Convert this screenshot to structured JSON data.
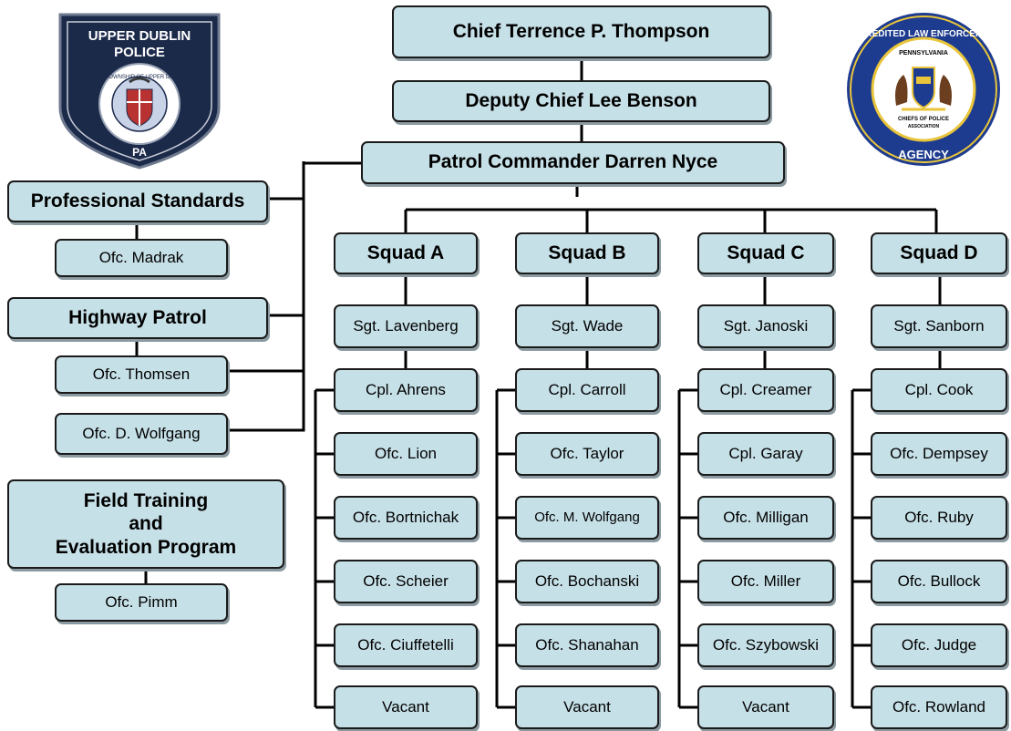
{
  "logos": {
    "left": {
      "line1": "UPPER DUBLIN",
      "line2": "POLICE",
      "ring": "THE TOWNSHIP OF UPPER DUBLIN",
      "bottom": "PA",
      "icon": "police-patch-icon"
    },
    "right": {
      "ring_top": "ACCREDITED LAW ENFORCEMENT",
      "ring_bottom": "AGENCY",
      "top": "PENNSYLVANIA",
      "bottom1": "CHIEFS OF POLICE",
      "bottom2": "ASSOCIATION",
      "icon": "accreditation-seal-icon"
    }
  },
  "command": {
    "chief": "Chief Terrence P. Thompson",
    "deputy": "Deputy Chief Lee Benson",
    "patrol_commander": "Patrol Commander Darren Nyce"
  },
  "units": {
    "professional_standards": {
      "title": "Professional Standards",
      "members": [
        "Ofc. Madrak"
      ]
    },
    "highway_patrol": {
      "title": "Highway Patrol",
      "members": [
        "Ofc. Thomsen",
        "Ofc. D. Wolfgang"
      ]
    },
    "field_training": {
      "title_lines": [
        "Field Training",
        "and",
        "Evaluation Program"
      ],
      "members": [
        "Ofc. Pimm"
      ]
    }
  },
  "squads": [
    {
      "name": "Squad A",
      "sergeant": "Sgt. Lavenberg",
      "members": [
        "Cpl. Ahrens",
        "Ofc. Lion",
        "Ofc. Bortnichak",
        "Ofc. Scheier",
        "Ofc. Ciuffetelli",
        "Vacant"
      ]
    },
    {
      "name": "Squad B",
      "sergeant": "Sgt. Wade",
      "members": [
        "Cpl. Carroll",
        "Ofc. Taylor",
        "Ofc. M. Wolfgang",
        "Ofc. Bochanski",
        "Ofc. Shanahan",
        "Vacant"
      ]
    },
    {
      "name": "Squad C",
      "sergeant": "Sgt. Janoski",
      "members": [
        "Cpl. Creamer",
        "Cpl. Garay",
        "Ofc. Milligan",
        "Ofc. Miller",
        "Ofc. Szybowski",
        "Vacant"
      ]
    },
    {
      "name": "Squad D",
      "sergeant": "Sgt. Sanborn",
      "members": [
        "Cpl. Cook",
        "Ofc. Dempsey",
        "Ofc. Ruby",
        "Ofc. Bullock",
        "Ofc. Judge",
        "Ofc. Rowland"
      ]
    }
  ],
  "colors": {
    "box_fill": "#c6e0e7",
    "line": "#000000",
    "badge_navy": "#1c2a4a",
    "seal_blue": "#1d3b8f",
    "seal_gold": "#e8c53a"
  }
}
